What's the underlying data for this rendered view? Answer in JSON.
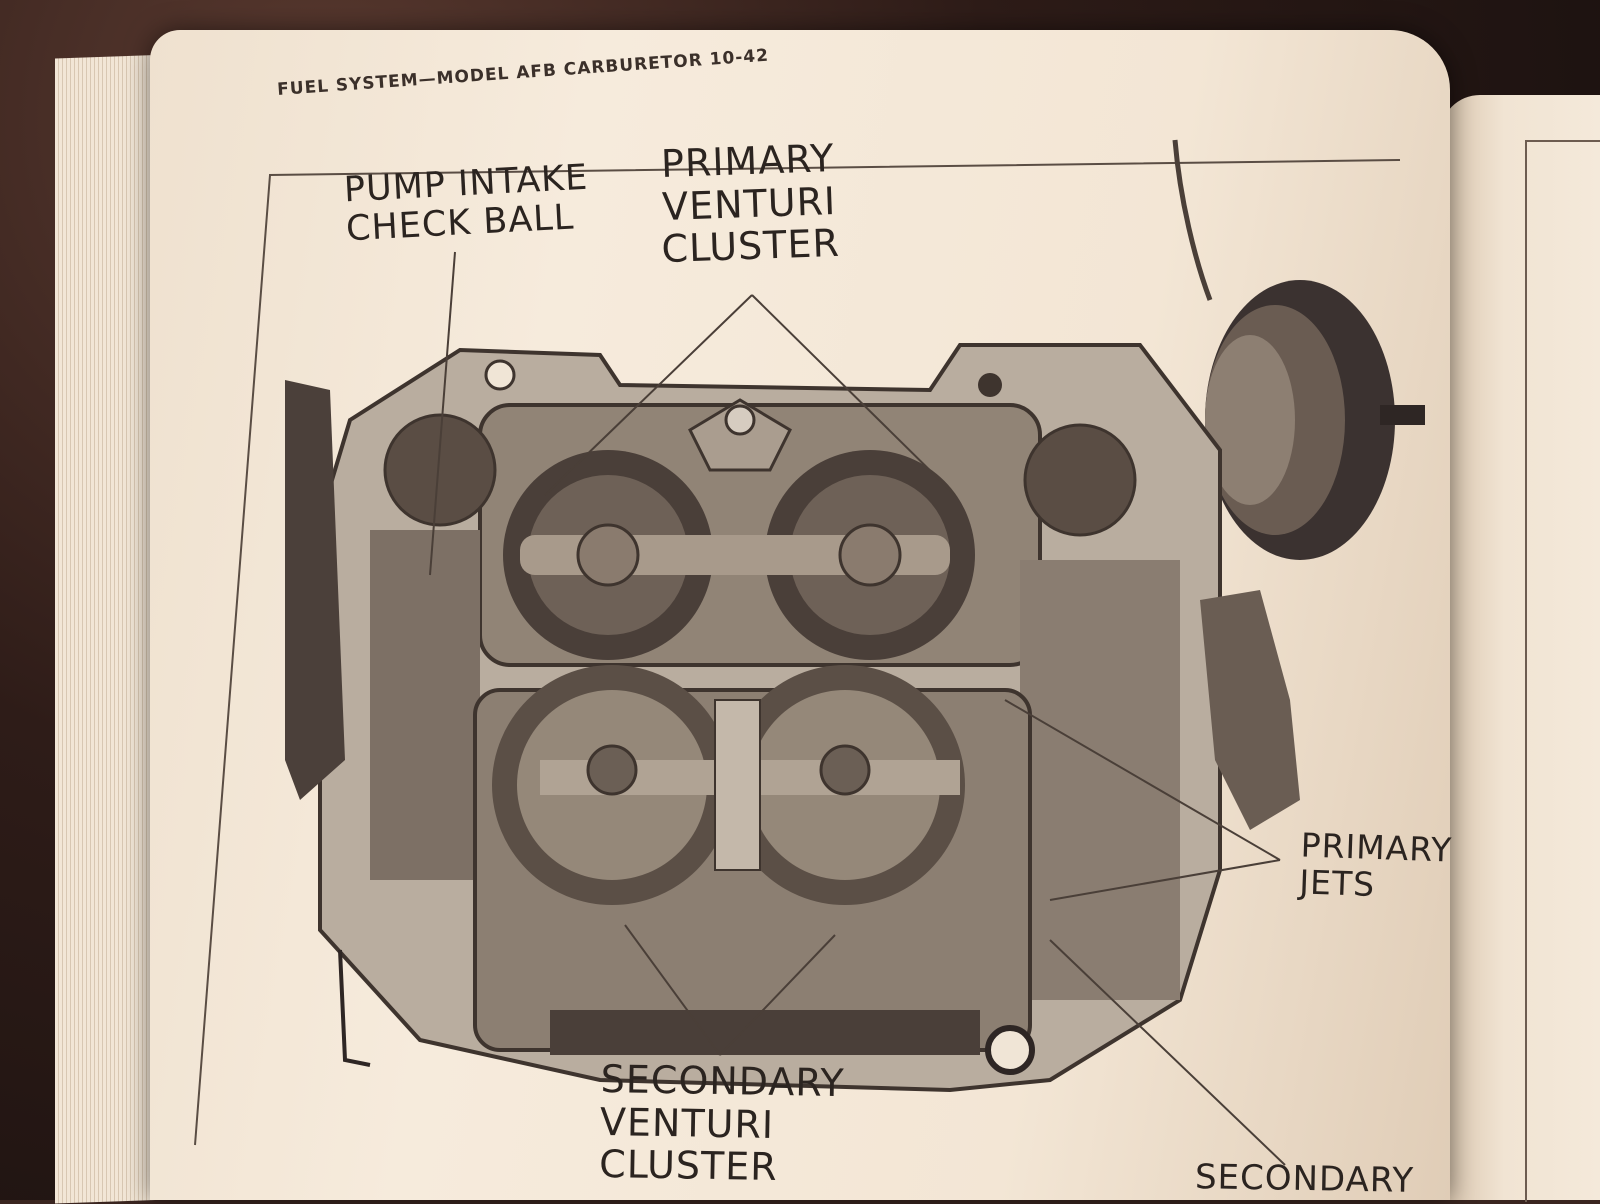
{
  "header": {
    "running_head": "FUEL SYSTEM—MODEL AFB CARBURETOR 10-42"
  },
  "figure": {
    "labels": {
      "pump_intake": "PUMP INTAKE\nCHECK BALL",
      "primary_venturi": "PRIMARY\nVENTURI\nCLUSTER",
      "primary_jets": "PRIMARY\nJETS",
      "secondary_venturi": "SECONDARY\nVENTURI\nCLUSTER",
      "secondary_jets": "SECONDARY"
    }
  },
  "colors": {
    "paper": "#f3e6d5",
    "ink": "#2b2420",
    "metal_light": "#c8bcae",
    "metal_dark": "#5a4d44"
  }
}
